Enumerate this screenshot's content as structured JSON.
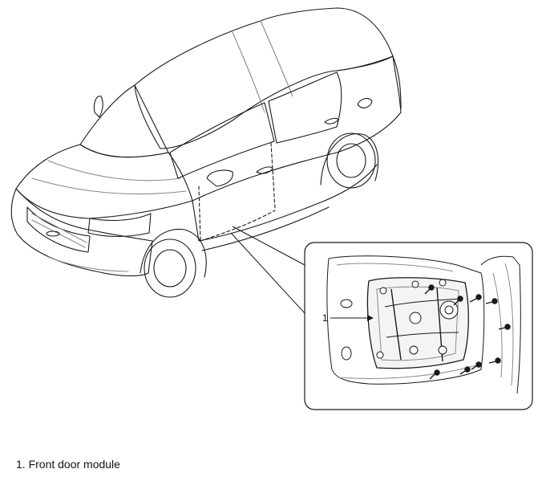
{
  "figure": {
    "callout_number": "1",
    "caption": "1. Front door module",
    "icons": [
      "sedan-car-outline",
      "door-module-detail"
    ],
    "colors": {
      "line": "#1a1a1a",
      "light_line": "#8a8a8a",
      "background": "#ffffff"
    }
  }
}
